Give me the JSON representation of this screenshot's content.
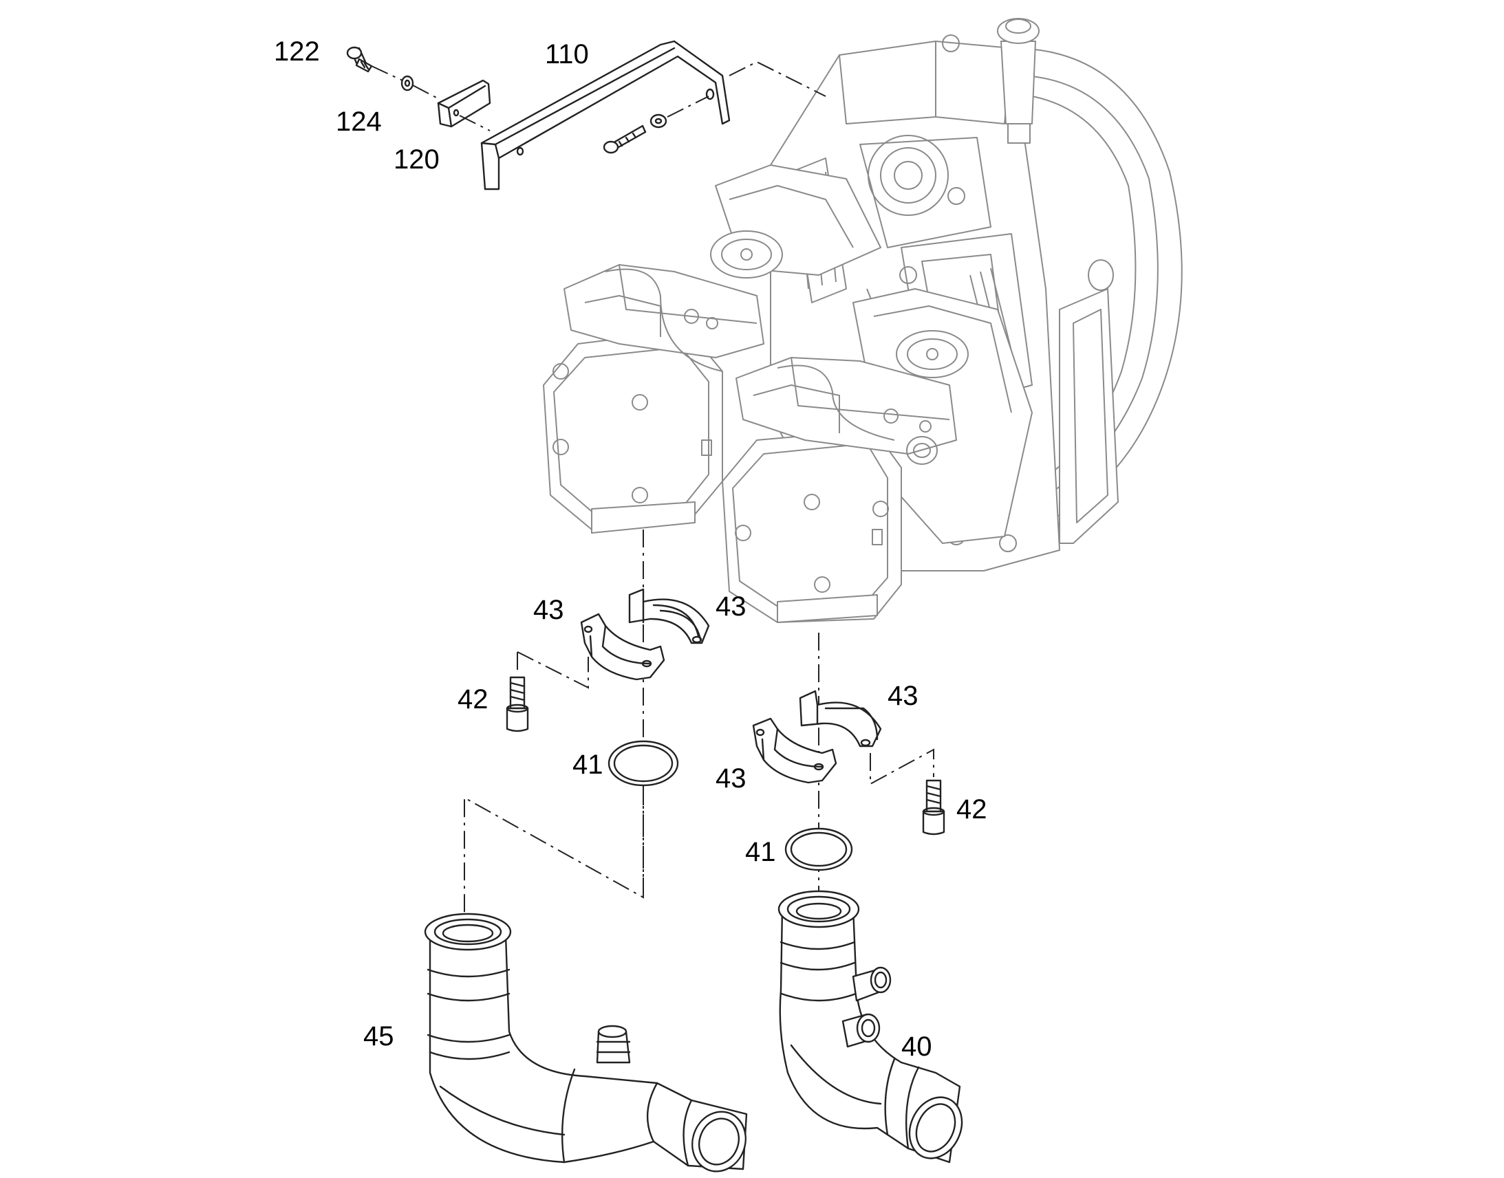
{
  "diagram": {
    "labels": {
      "p122": "122",
      "p124": "124",
      "p120": "120",
      "p110": "110",
      "p43_a": "43",
      "p43_b": "43",
      "p42_a": "42",
      "p41_a": "41",
      "p43_c": "43",
      "p43_d": "43",
      "p42_b": "42",
      "p41_b": "41",
      "p45": "45",
      "p40": "40"
    },
    "colors": {
      "line": "#222222",
      "assembly_line": "#8a8a8a",
      "background": "#ffffff"
    }
  }
}
